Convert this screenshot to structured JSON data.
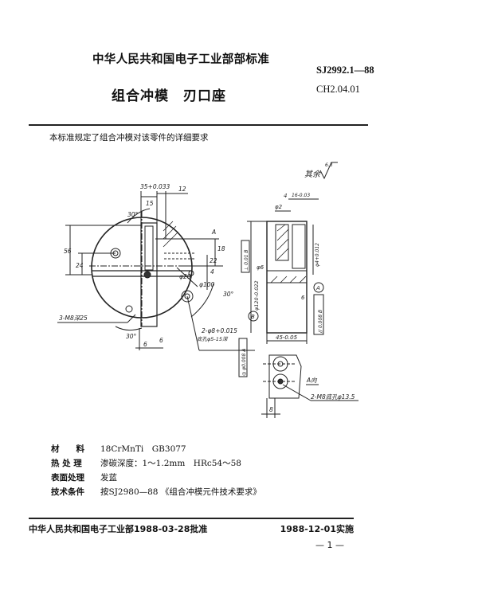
{
  "header": {
    "organization_standard": "中华人民共和国电子工业部部标准",
    "standard_number": "SJ2992.1—88",
    "classification_code": "CH2.04.01",
    "title": "组合冲模　刃口座"
  },
  "intro": "本标准规定了组合冲模对该零件的详细要求",
  "drawing": {
    "roughness_note": "其余",
    "roughness_value": "6.3",
    "labels": {
      "dim_35": "35+0.033",
      "dim_12": "12",
      "dim_15": "15",
      "angle_30_top": "30°",
      "dim_56": "56",
      "dim_24": "24",
      "dim_18": "18",
      "dim_22": "22",
      "dim_4": "4",
      "dim_phi20": "φ20",
      "dim_phi100": "φ100",
      "angle_30_right": "30°",
      "angle_30_bottom": "30°",
      "thread_holes": "3-M8深25",
      "pin_holes": "2-φ8+0.015",
      "pin_holes_note": "底孔φ5-15深",
      "dim_6_left": "6",
      "dim_6_right": "6",
      "view_a_arrow": "A",
      "dim_4_side": "4",
      "dim_16": "16-0.03",
      "dim_phi2": "φ2",
      "tolerance_perp": "⊥ 0.01 B",
      "dim_phi120": "φ120-0.022",
      "dim_phi6": "φ6",
      "dim_phi4": "φ4+0.012",
      "datum_a": "A",
      "datum_b": "B",
      "dim_6_side": "6",
      "tolerance_parallel": "// 0.008 B",
      "tolerance_concentric": "◎ φ0.008 A",
      "dim_45": "45-0.05",
      "view_a_label": "A向",
      "view_a_holes": "2-M8底孔φ13.5",
      "dim_8": "8"
    }
  },
  "specs": [
    {
      "label": "材　　料",
      "value": "18CrMnTi　GB3077"
    },
    {
      "label": "热 处 理",
      "value": "渗碳深度：1～1.2mm　HRc54～58"
    },
    {
      "label": "表面处理",
      "value": "发蓝"
    },
    {
      "label": "技术条件",
      "value": "按SJ2980—88 《组合冲模元件技术要求》"
    }
  ],
  "footer": {
    "approval": "中华人民共和国电子工业部1988-03-28批准",
    "implementation": "1988-12-01实施",
    "page_number": "— 1 —"
  }
}
